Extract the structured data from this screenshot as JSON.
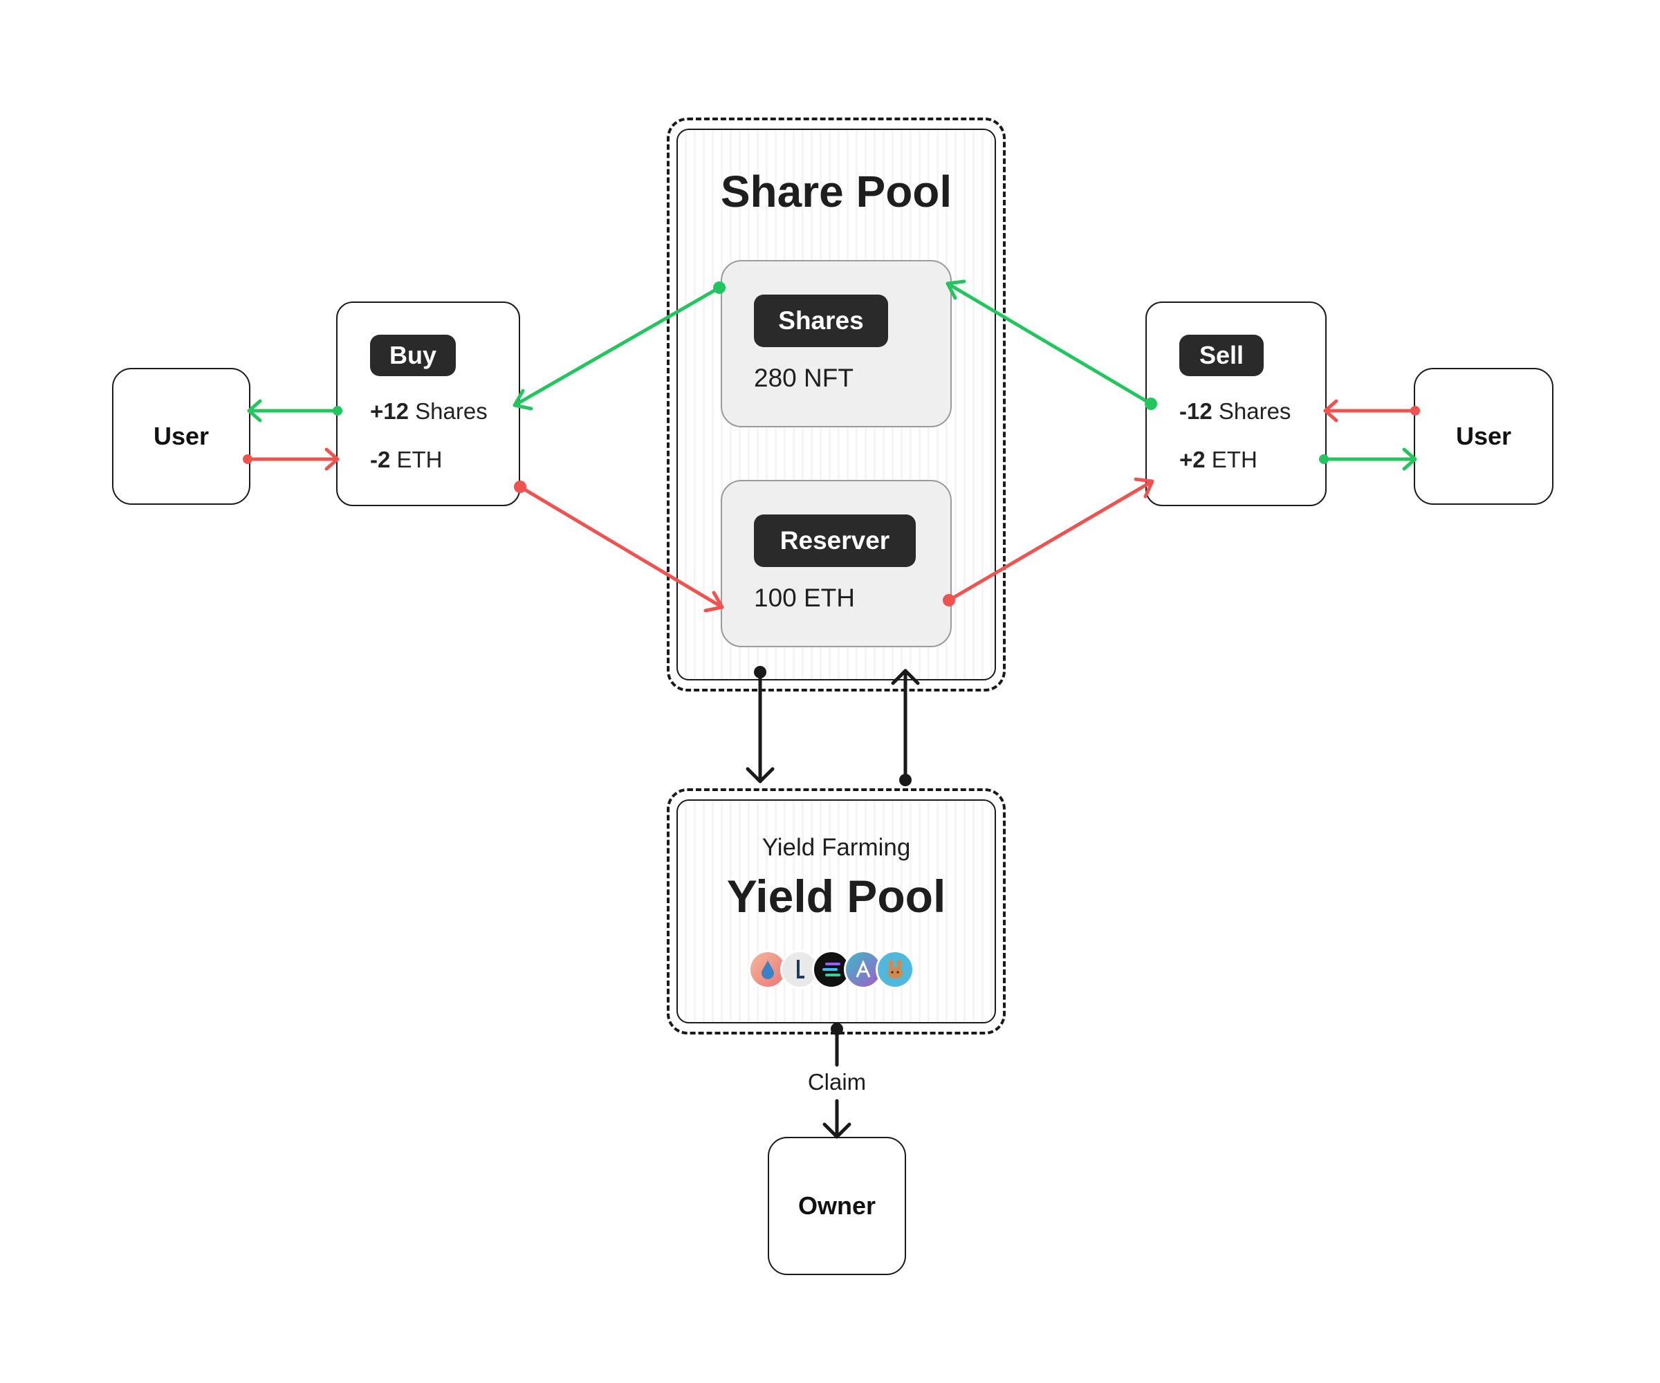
{
  "user_left": {
    "label": "User"
  },
  "user_right": {
    "label": "User"
  },
  "owner": {
    "label": "Owner"
  },
  "buy_card": {
    "title": "Buy",
    "line1_amount": "+12",
    "line1_unit": "Shares",
    "line2_amount": "-2",
    "line2_unit": "ETH"
  },
  "sell_card": {
    "title": "Sell",
    "line1_amount": "-12",
    "line1_unit": "Shares",
    "line2_amount": "+2",
    "line2_unit": "ETH"
  },
  "share_pool": {
    "title": "Share Pool",
    "shares": {
      "label": "Shares",
      "value": "280 NFT"
    },
    "reserver": {
      "label": "Reserver",
      "value": "100 ETH"
    }
  },
  "yield_pool": {
    "subtitle": "Yield Farming",
    "title": "Yield Pool",
    "protocol_icons": [
      "drop-icon",
      "ribbon-icon",
      "solana-icon",
      "aave-icon",
      "pancake-icon"
    ]
  },
  "claim_label": "Claim",
  "colors": {
    "green": "#22c55e",
    "red": "#ef5350",
    "dark": "#1a1a1a"
  }
}
